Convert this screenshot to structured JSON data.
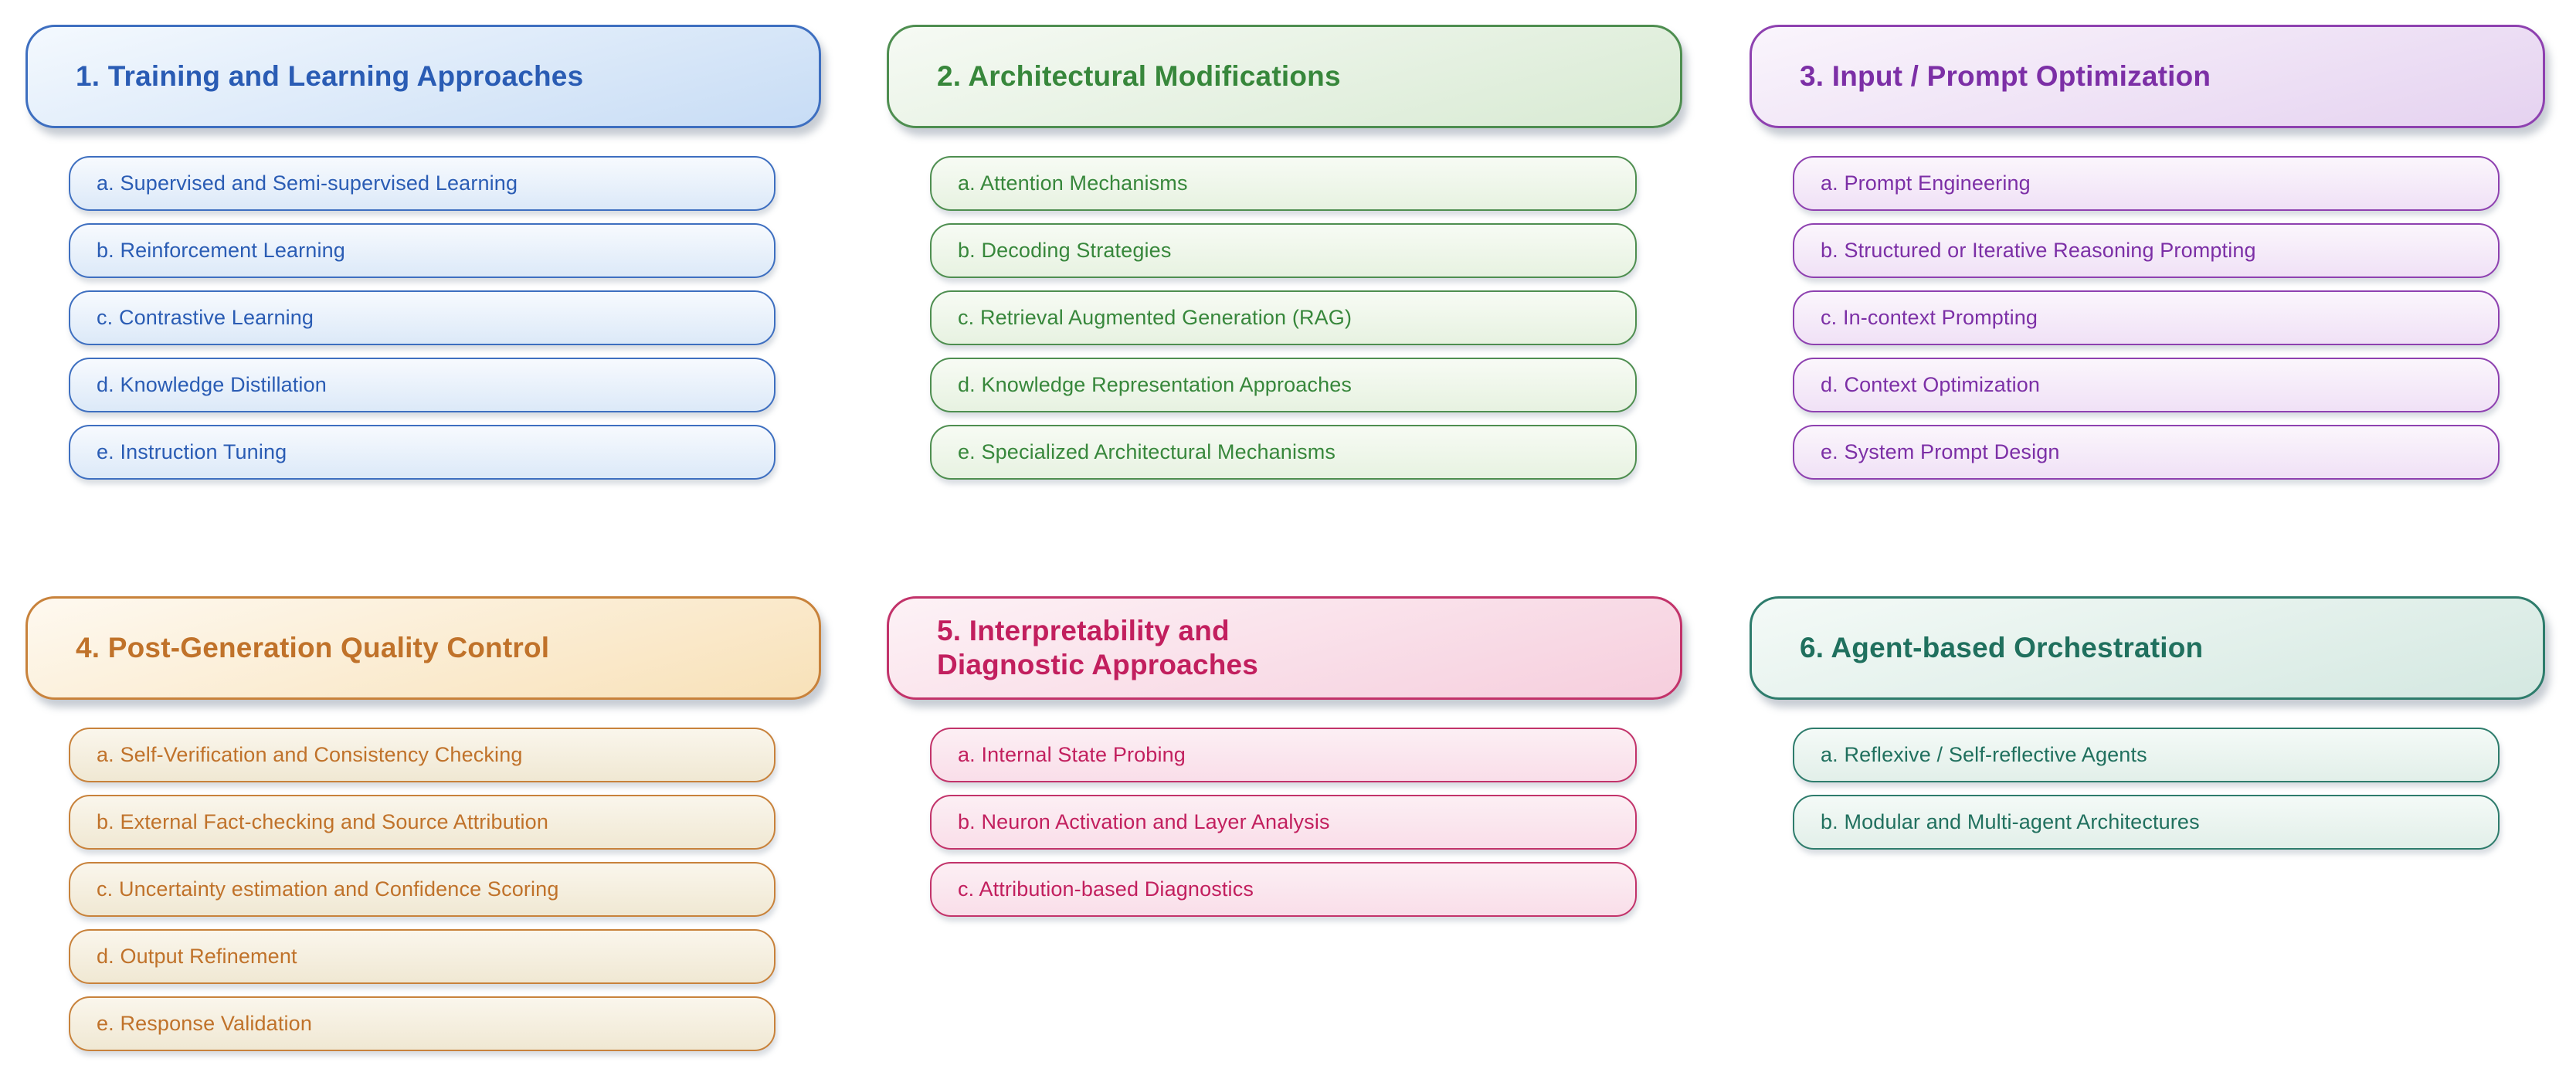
{
  "figure": {
    "background_color": "#ffffff",
    "description_role": "taxonomy-diagram"
  },
  "groups": [
    {
      "id": "training-and-learning-approaches",
      "title": "1. Training and Learning Approaches",
      "items": [
        "a. Supervised and Semi-supervised Learning",
        "b. Reinforcement Learning",
        "c. Contrastive Learning",
        "d. Knowledge Distillation",
        "e. Instruction Tuning"
      ],
      "colors": {
        "border": "#3E6FC0",
        "text": "#2A5CB4",
        "header_top": "#F4F9FE",
        "header_bottom": "#C7DCF5",
        "item_top": "#F7FAFE",
        "item_bottom": "#DCE9F8"
      }
    },
    {
      "id": "architectural-modifications",
      "title": "2. Architectural Modifications",
      "items": [
        "a. Attention Mechanisms",
        "b. Decoding Strategies",
        "c. Retrieval Augmented Generation (RAG)",
        "d. Knowledge Representation Approaches",
        "e. Specialized Architectural Mechanisms"
      ],
      "colors": {
        "border": "#4E8E50",
        "text": "#37873B",
        "header_top": "#F6FAF4",
        "header_bottom": "#D8EAD3",
        "item_top": "#F7FBF4",
        "item_bottom": "#E7F2E1"
      }
    },
    {
      "id": "input-prompt-optimization",
      "title": "3. Input / Prompt Optimization",
      "items": [
        "a. Prompt Engineering",
        "b. Structured or Iterative Reasoning Prompting",
        "c. In-context Prompting",
        "d. Context Optimization",
        "e. System Prompt Design"
      ],
      "colors": {
        "border": "#8E41B0",
        "text": "#7C2FA6",
        "header_top": "#FAF5FC",
        "header_bottom": "#E5D2F0",
        "item_top": "#FBF6FC",
        "item_bottom": "#F0E1F6"
      }
    },
    {
      "id": "post-generation-quality-control",
      "title": "4. Post-Generation Quality Control",
      "items": [
        "a. Self-Verification and Consistency Checking",
        "b. External Fact-checking and Source Attribution",
        "c. Uncertainty estimation and Confidence Scoring",
        "d. Output Refinement",
        "e. Response Validation"
      ],
      "colors": {
        "border": "#C8823B",
        "text": "#C0722A",
        "header_top": "#FEF9F0",
        "header_bottom": "#F8E1B8",
        "item_top": "#FAF6EC",
        "item_bottom": "#F0E8D3"
      }
    },
    {
      "id": "interpretability-and-diagnostic-approaches",
      "title": "5. Interpretability and\nDiagnostic Approaches",
      "items": [
        "a. Internal State Probing",
        "b. Neuron Activation and Layer Analysis",
        "c. Attribution-based Diagnostics"
      ],
      "colors": {
        "border": "#C2336A",
        "text": "#C21F5E",
        "header_top": "#FDF2F6",
        "header_bottom": "#F6CEDD",
        "item_top": "#FCEFF4",
        "item_bottom": "#F9DEE9"
      }
    },
    {
      "id": "agent-based-orchestration",
      "title": "6. Agent-based Orchestration",
      "items": [
        "a. Reflexive / Self-reflective Agents",
        "b. Modular and Multi-agent Architectures"
      ],
      "colors": {
        "border": "#2E7C6C",
        "text": "#20705E",
        "header_top": "#F4FAF7",
        "header_bottom": "#D4E8E1",
        "item_top": "#F4FAF7",
        "item_bottom": "#E2EFE9"
      }
    }
  ]
}
